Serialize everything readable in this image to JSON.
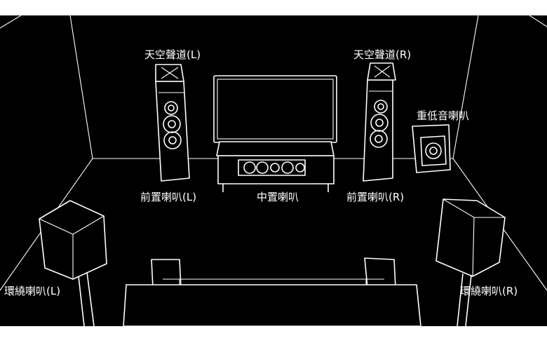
{
  "labels": {
    "height_left": "天空聲道(L)",
    "height_right": "天空聲道(R)",
    "subwoofer": "重低音喇叭",
    "front_left": "前置喇叭(L)",
    "center": "中置喇叭",
    "front_right": "前置喇叭(R)",
    "surround_left": "環繞喇叭(L)",
    "surround_right": "環繞喇叭(R)"
  },
  "colors": {
    "background": "#000000",
    "line": "#ffffff",
    "border": "#ffffff"
  }
}
